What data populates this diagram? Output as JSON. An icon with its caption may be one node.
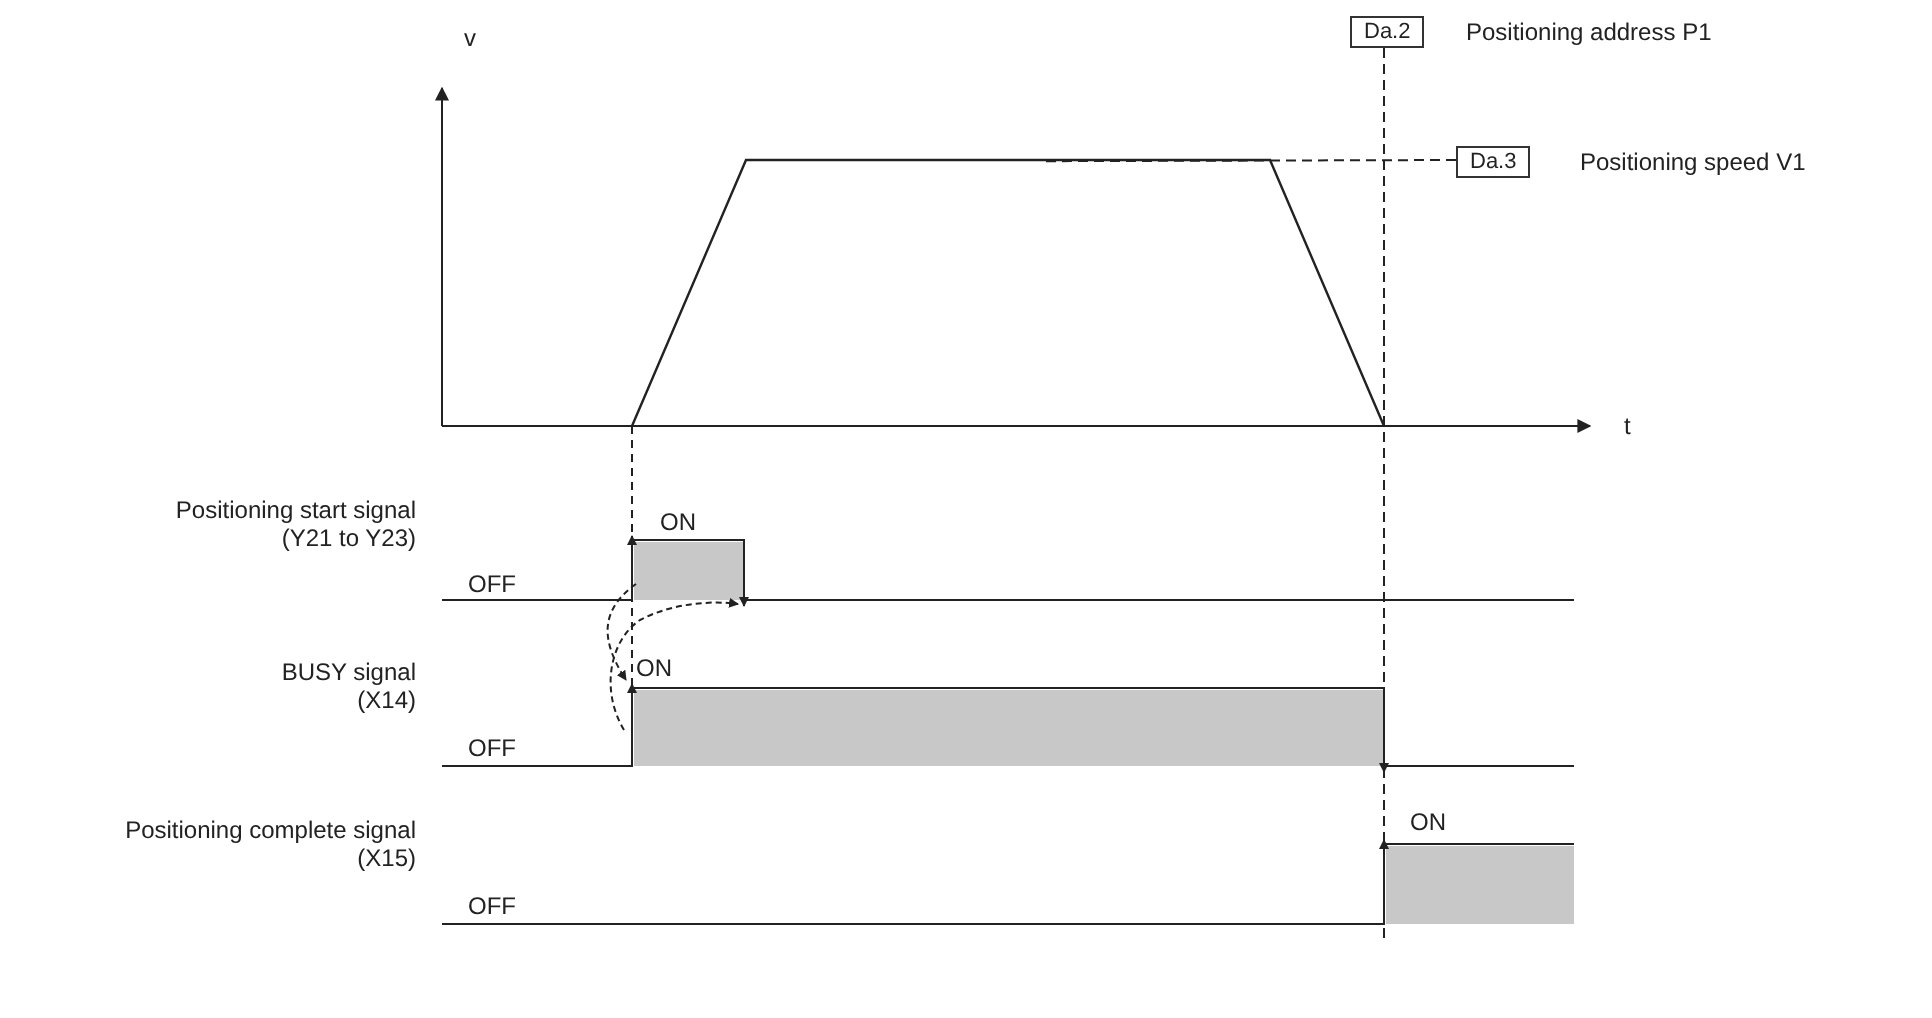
{
  "diagram": {
    "nodes": [
      {
        "text": [
          "Da.2"
        ],
        "beside": [
          "Positioning address P1"
        ]
      },
      {
        "text": [
          "Da.3"
        ],
        "beside": [
          "Positioning speed V1"
        ]
      },
      {
        "text": [],
        "shape": "line"
      }
    ],
    "edges": [
      {
        "from": 0,
        "to": null,
        "arrow": "none",
        "style": "dashed"
      },
      {
        "from": 1,
        "to": 2,
        "arrow": "none",
        "style": "dashed"
      }
    ],
    "labels": [
      "v",
      "t",
      "Positioning start signal (Y21 to Y23)",
      "OFF",
      "ON",
      "BUSY signal (X14)",
      "OFF",
      "ON",
      "Positioning complete signal (X15)",
      "OFF",
      "ON"
    ]
  }
}
